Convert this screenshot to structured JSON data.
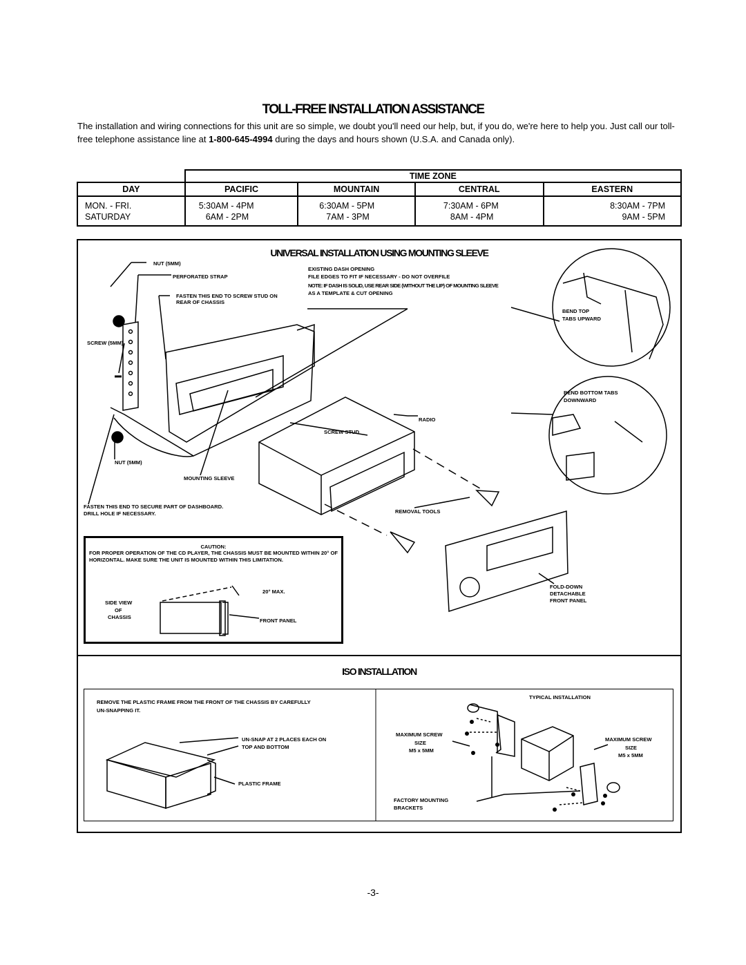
{
  "title": "TOLL-FREE INSTALLATION ASSISTANCE",
  "intro": {
    "before": "The installation and wiring connections for this unit are so simple, we doubt you'll need our help, but, if you do, we're here to help you. Just call our toll-free telephone assistance line at ",
    "phone": "1-800-645-4994",
    "after": " during the days and hours shown (U.S.A. and Canada only)."
  },
  "time_zone_table": {
    "group_header": "TIME ZONE",
    "columns": [
      "DAY",
      "PACIFIC",
      "MOUNTAIN",
      "CENTRAL",
      "EASTERN"
    ],
    "rows": [
      [
        "MON. - FRI.",
        "5:30AM - 4PM",
        "6:30AM - 5PM",
        "7:30AM - 6PM",
        "8:30AM - 7PM"
      ],
      [
        "SATURDAY",
        "6AM - 2PM",
        "7AM - 3PM",
        "8AM - 4PM",
        "9AM - 5PM"
      ]
    ]
  },
  "universal": {
    "title": "UNIVERSAL INSTALLATION USING MOUNTING SLEEVE",
    "labels": {
      "nut_top": "NUT (5MM)",
      "perforated_strap": "PERFORATED STRAP",
      "fasten_screw_stud": "FASTEN THIS END TO SCREW STUD ON",
      "rear_of_chassis": "REAR OF CHASSIS",
      "existing_dash": "EXISTING DASH OPENING",
      "file_edges": "FILE EDGES TO FIT IF NECESSARY - DO NOT OVERFILE",
      "note_dash": "NOTE: IF DASH IS SOLID, USE REAR SIDE (WITHOUT THE LIP) OF MOUNTING SLEEVE",
      "template": "AS A TEMPLATE & CUT OPENING",
      "screw_5mm": "SCREW (5MM)",
      "bend_top": "BEND TOP",
      "tabs_upward": "TABS UPWARD",
      "bend_bottom": "BEND BOTTOM TABS",
      "downward": "DOWNWARD",
      "radio": "RADIO",
      "screw_stud": "SCREW STUD",
      "nut_bottom": "NUT (5MM)",
      "mounting_sleeve": "MOUNTING SLEEVE",
      "fasten_dash_1": "FASTEN THIS END TO SECURE PART OF DASHBOARD.",
      "fasten_dash_2": "DRILL HOLE IF NECESSARY.",
      "removal_tools": "REMOVAL TOOLS",
      "fold_down": "FOLD-DOWN",
      "detachable": "DETACHABLE",
      "front_panel_right": "FRONT PANEL"
    },
    "caution": {
      "heading": "CAUTION:",
      "text": "FOR PROPER OPERATION OF THE CD PLAYER, THE CHASSIS MUST BE MOUNTED WITHIN 20° OF HORIZONTAL. MAKE SURE THE UNIT IS MOUNTED WITHIN THIS LIMITATION.",
      "angle": "20° MAX.",
      "side_view_1": "SIDE VIEW",
      "side_view_2": "OF",
      "side_view_3": "CHASSIS",
      "front_panel": "FRONT PANEL"
    }
  },
  "iso": {
    "title": "ISO INSTALLATION",
    "instruction": "REMOVE THE PLASTIC FRAME FROM THE FRONT OF THE CHASSIS BY CAREFULLY UN-SNAPPING IT.",
    "unsnap_1": "UN-SNAP AT 2 PLACES EACH ON",
    "unsnap_2": "TOP AND BOTTOM",
    "plastic_frame": "PLASTIC FRAME",
    "typical": "TYPICAL  INSTALLATION",
    "max_screw_left_1": "MAXIMUM SCREW",
    "max_screw_left_2": "SIZE",
    "max_screw_left_3": "M5 x 5MM",
    "max_screw_right_1": "MAXIMUM SCREW",
    "max_screw_right_2": "SIZE",
    "max_screw_right_3": "M5 x 5MM",
    "factory_1": "FACTORY MOUNTING",
    "factory_2": "BRACKETS"
  },
  "page_number": "-3-"
}
